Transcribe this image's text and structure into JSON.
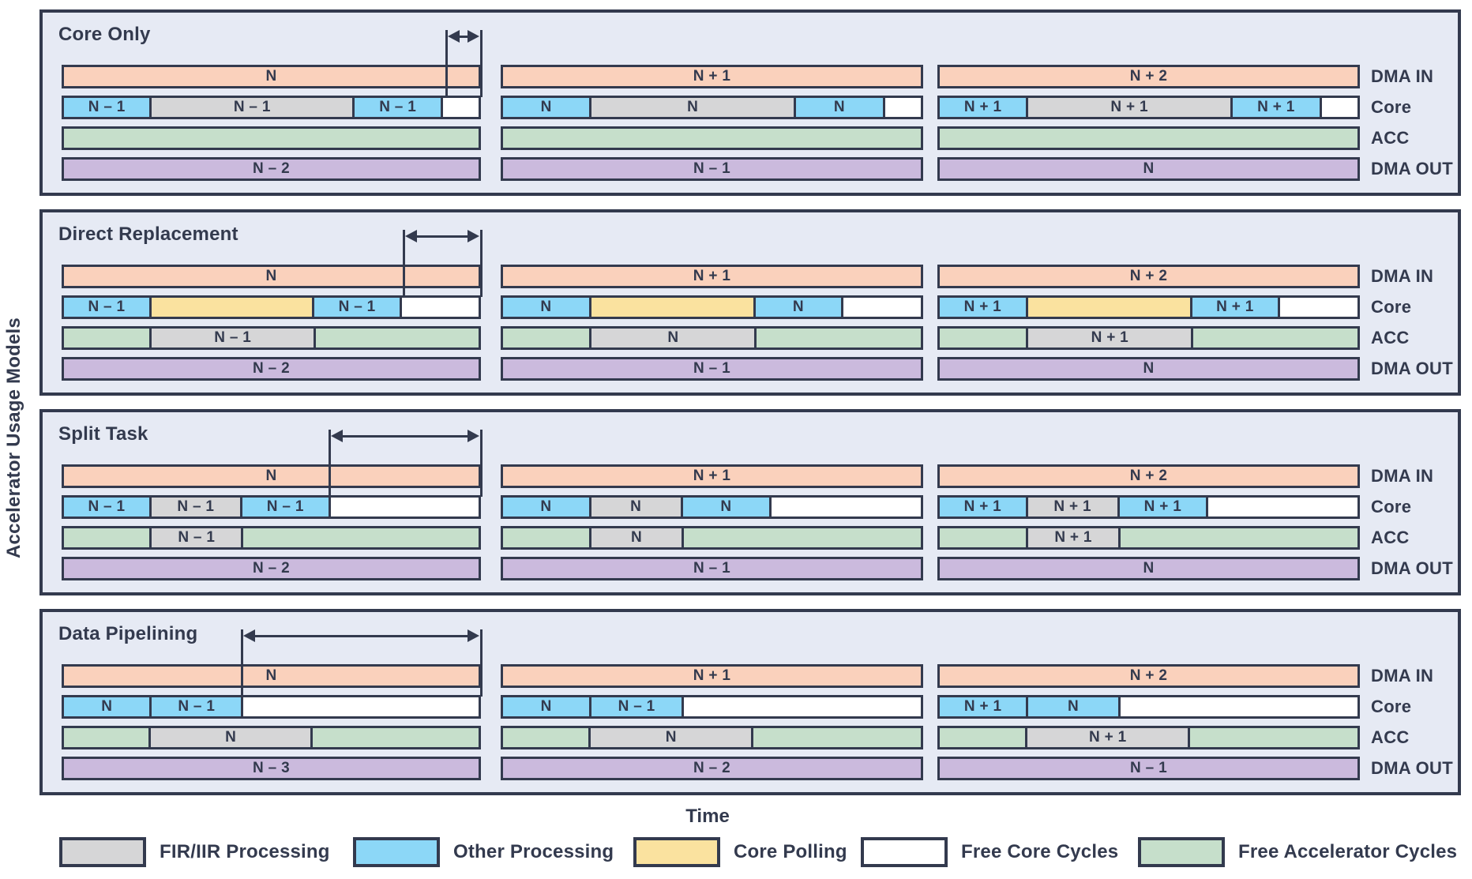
{
  "labels": {
    "y_axis": "Accelerator Usage Models",
    "x_axis": "Time"
  },
  "row_labels": [
    "DMA IN",
    "Core",
    "ACC",
    "DMA OUT"
  ],
  "colors": {
    "dma_in": "#FAD1BC",
    "dma_out": "#CBBADD",
    "other": "#8CD7F7",
    "fir": "#D6D6D7",
    "polling": "#FAE29F",
    "free_core": "#FFFFFF",
    "free_acc": "#C6DFCB",
    "panel_bg": "#E6EAF4",
    "line": "#333A4E"
  },
  "panels": [
    {
      "title": "Core Only",
      "arrow_from_frac": 0.917,
      "columns": [
        {
          "dma_in": "N",
          "core": [
            {
              "type": "other",
              "label": "N – 1",
              "w": 0.21
            },
            {
              "type": "fir",
              "label": "N – 1",
              "w": 0.492
            },
            {
              "type": "other",
              "label": "N – 1",
              "w": 0.211
            },
            {
              "type": "free_core",
              "label": "",
              "w": 0.087
            }
          ],
          "acc": [
            {
              "type": "free_acc",
              "label": "",
              "w": 1.0
            }
          ],
          "dma_out": "N – 2"
        },
        {
          "dma_in": "N + 1",
          "core": [
            {
              "type": "other",
              "label": "N",
              "w": 0.21
            },
            {
              "type": "fir",
              "label": "N",
              "w": 0.492
            },
            {
              "type": "other",
              "label": "N",
              "w": 0.211
            },
            {
              "type": "free_core",
              "label": "",
              "w": 0.087
            }
          ],
          "acc": [
            {
              "type": "free_acc",
              "label": "",
              "w": 1.0
            }
          ],
          "dma_out": "N – 1"
        },
        {
          "dma_in": "N + 2",
          "core": [
            {
              "type": "other",
              "label": "N + 1",
              "w": 0.21
            },
            {
              "type": "fir",
              "label": "N + 1",
              "w": 0.492
            },
            {
              "type": "other",
              "label": "N + 1",
              "w": 0.211
            },
            {
              "type": "free_core",
              "label": "",
              "w": 0.087
            }
          ],
          "acc": [
            {
              "type": "free_acc",
              "label": "",
              "w": 1.0
            }
          ],
          "dma_out": "N"
        }
      ]
    },
    {
      "title": "Direct Replacement",
      "arrow_from_frac": 0.815,
      "columns": [
        {
          "dma_in": "N",
          "core": [
            {
              "type": "other",
              "label": "N – 1",
              "w": 0.209
            },
            {
              "type": "polling",
              "label": "",
              "w": 0.394
            },
            {
              "type": "other",
              "label": "N – 1",
              "w": 0.209
            },
            {
              "type": "free_core",
              "label": "",
              "w": 0.188
            }
          ],
          "acc": [
            {
              "type": "free_acc",
              "label": "",
              "w": 0.209
            },
            {
              "type": "fir",
              "label": "N – 1",
              "w": 0.394
            },
            {
              "type": "free_acc",
              "label": "",
              "w": 0.397
            }
          ],
          "dma_out": "N – 2"
        },
        {
          "dma_in": "N + 1",
          "core": [
            {
              "type": "other",
              "label": "N",
              "w": 0.209
            },
            {
              "type": "polling",
              "label": "",
              "w": 0.394
            },
            {
              "type": "other",
              "label": "N",
              "w": 0.209
            },
            {
              "type": "free_core",
              "label": "",
              "w": 0.188
            }
          ],
          "acc": [
            {
              "type": "free_acc",
              "label": "",
              "w": 0.209
            },
            {
              "type": "fir",
              "label": "N",
              "w": 0.394
            },
            {
              "type": "free_acc",
              "label": "",
              "w": 0.397
            }
          ],
          "dma_out": "N – 1"
        },
        {
          "dma_in": "N + 2",
          "core": [
            {
              "type": "other",
              "label": "N + 1",
              "w": 0.209
            },
            {
              "type": "polling",
              "label": "",
              "w": 0.394
            },
            {
              "type": "other",
              "label": "N + 1",
              "w": 0.209
            },
            {
              "type": "free_core",
              "label": "",
              "w": 0.188
            }
          ],
          "acc": [
            {
              "type": "free_acc",
              "label": "",
              "w": 0.209
            },
            {
              "type": "fir",
              "label": "N + 1",
              "w": 0.394
            },
            {
              "type": "free_acc",
              "label": "",
              "w": 0.397
            }
          ],
          "dma_out": "N"
        }
      ]
    },
    {
      "title": "Split Task",
      "arrow_from_frac": 0.638,
      "columns": [
        {
          "dma_in": "N",
          "core": [
            {
              "type": "other",
              "label": "N – 1",
              "w": 0.209
            },
            {
              "type": "fir",
              "label": "N – 1",
              "w": 0.217
            },
            {
              "type": "other",
              "label": "N – 1",
              "w": 0.211
            },
            {
              "type": "free_core",
              "label": "",
              "w": 0.363
            }
          ],
          "acc": [
            {
              "type": "free_acc",
              "label": "",
              "w": 0.209
            },
            {
              "type": "fir",
              "label": "N – 1",
              "w": 0.217
            },
            {
              "type": "free_acc",
              "label": "",
              "w": 0.574
            }
          ],
          "dma_out": "N – 2"
        },
        {
          "dma_in": "N + 1",
          "core": [
            {
              "type": "other",
              "label": "N",
              "w": 0.209
            },
            {
              "type": "fir",
              "label": "N",
              "w": 0.217
            },
            {
              "type": "other",
              "label": "N",
              "w": 0.211
            },
            {
              "type": "free_core",
              "label": "",
              "w": 0.363
            }
          ],
          "acc": [
            {
              "type": "free_acc",
              "label": "",
              "w": 0.209
            },
            {
              "type": "fir",
              "label": "N",
              "w": 0.217
            },
            {
              "type": "free_acc",
              "label": "",
              "w": 0.574
            }
          ],
          "dma_out": "N – 1"
        },
        {
          "dma_in": "N + 2",
          "core": [
            {
              "type": "other",
              "label": "N + 1",
              "w": 0.209
            },
            {
              "type": "fir",
              "label": "N + 1",
              "w": 0.217
            },
            {
              "type": "other",
              "label": "N + 1",
              "w": 0.211
            },
            {
              "type": "free_core",
              "label": "",
              "w": 0.363
            }
          ],
          "acc": [
            {
              "type": "free_acc",
              "label": "",
              "w": 0.209
            },
            {
              "type": "fir",
              "label": "N + 1",
              "w": 0.217
            },
            {
              "type": "free_acc",
              "label": "",
              "w": 0.574
            }
          ],
          "dma_out": "N"
        }
      ]
    },
    {
      "title": "Data Pipelining",
      "arrow_from_frac": 0.43,
      "columns": [
        {
          "dma_in": "N",
          "core": [
            {
              "type": "other",
              "label": "N",
              "w": 0.209
            },
            {
              "type": "other",
              "label": "N – 1",
              "w": 0.217
            },
            {
              "type": "free_core",
              "label": "",
              "w": 0.574
            }
          ],
          "acc": [
            {
              "type": "free_acc",
              "label": "",
              "w": 0.207
            },
            {
              "type": "fir",
              "label": "N",
              "w": 0.388
            },
            {
              "type": "free_acc",
              "label": "",
              "w": 0.405
            }
          ],
          "dma_out": "N – 3"
        },
        {
          "dma_in": "N + 1",
          "core": [
            {
              "type": "other",
              "label": "N",
              "w": 0.209
            },
            {
              "type": "other",
              "label": "N – 1",
              "w": 0.217
            },
            {
              "type": "free_core",
              "label": "",
              "w": 0.574
            }
          ],
          "acc": [
            {
              "type": "free_acc",
              "label": "",
              "w": 0.207
            },
            {
              "type": "fir",
              "label": "N",
              "w": 0.388
            },
            {
              "type": "free_acc",
              "label": "",
              "w": 0.405
            }
          ],
          "dma_out": "N – 2"
        },
        {
          "dma_in": "N + 2",
          "core": [
            {
              "type": "other",
              "label": "N + 1",
              "w": 0.209
            },
            {
              "type": "other",
              "label": "N",
              "w": 0.217
            },
            {
              "type": "free_core",
              "label": "",
              "w": 0.574
            }
          ],
          "acc": [
            {
              "type": "free_acc",
              "label": "",
              "w": 0.207
            },
            {
              "type": "fir",
              "label": "N + 1",
              "w": 0.388
            },
            {
              "type": "free_acc",
              "label": "",
              "w": 0.405
            }
          ],
          "dma_out": "N – 1"
        }
      ]
    }
  ],
  "legend": [
    {
      "type": "fir",
      "label": "FIR/IIR Processing"
    },
    {
      "type": "other",
      "label": "Other Processing"
    },
    {
      "type": "polling",
      "label": "Core Polling"
    },
    {
      "type": "free_core",
      "label": "Free Core Cycles"
    },
    {
      "type": "free_acc",
      "label": "Free Accelerator Cycles"
    }
  ]
}
